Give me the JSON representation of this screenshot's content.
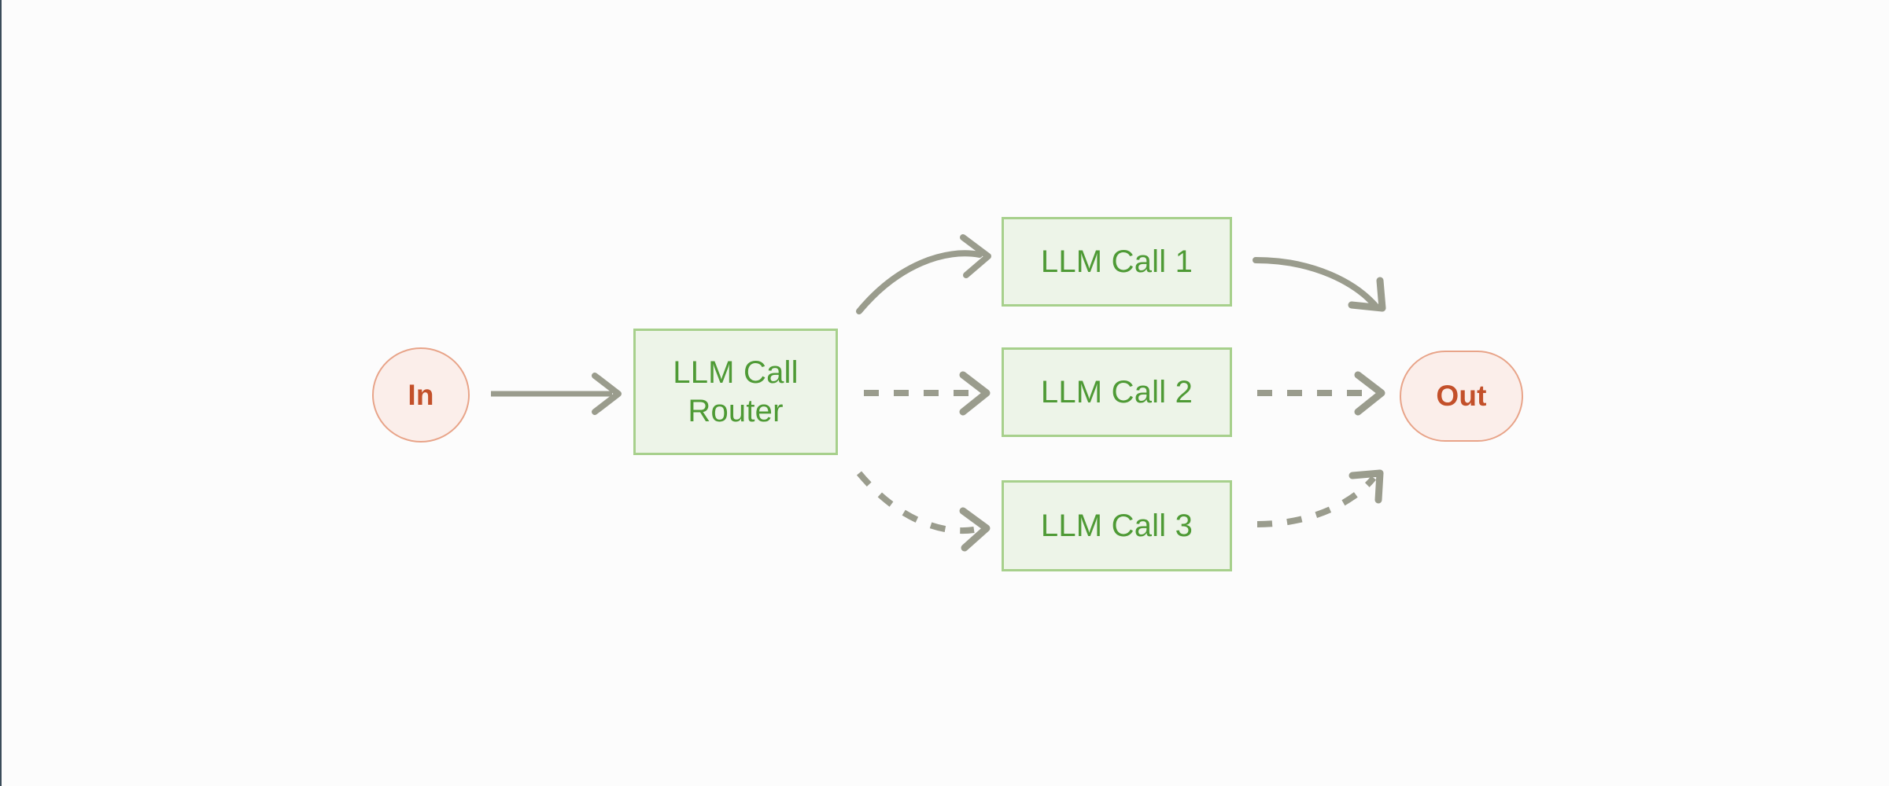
{
  "diagram": {
    "title": "LLM Call Router",
    "background_color": "#fcfcfc",
    "left_border_color": "#3b4c5a",
    "edge_color": "#9a9c8d",
    "nodes": {
      "input": {
        "label": "In",
        "shape": "circle",
        "fill": "#fbeeea",
        "stroke": "#e8a489",
        "text_color": "#c3502a"
      },
      "router": {
        "label_line_1": "LLM Call",
        "label_line_2": "Router",
        "shape": "rectangle",
        "fill": "#edf4e8",
        "stroke": "#a7d08c",
        "text_color": "#4e9a35"
      },
      "call_1": {
        "label": "LLM Call 1",
        "shape": "rectangle",
        "fill": "#edf4e8",
        "stroke": "#a7d08c",
        "text_color": "#4e9a35"
      },
      "call_2": {
        "label": "LLM Call 2",
        "shape": "rectangle",
        "fill": "#edf4e8",
        "stroke": "#a7d08c",
        "text_color": "#4e9a35"
      },
      "call_3": {
        "label": "LLM Call 3",
        "shape": "rectangle",
        "fill": "#edf4e8",
        "stroke": "#a7d08c",
        "text_color": "#4e9a35"
      },
      "output": {
        "label": "Out",
        "shape": "stadium",
        "fill": "#fbeeea",
        "stroke": "#e8a489",
        "text_color": "#c3502a"
      }
    },
    "edges": [
      {
        "id": "in-to-router",
        "from": "In",
        "to": "LLM Call Router",
        "style": "solid",
        "curve": "straight"
      },
      {
        "id": "router-to-call-1",
        "from": "LLM Call Router",
        "to": "LLM Call 1",
        "style": "solid",
        "curve": "up"
      },
      {
        "id": "router-to-call-2",
        "from": "LLM Call Router",
        "to": "LLM Call 2",
        "style": "dashed",
        "curve": "straight"
      },
      {
        "id": "router-to-call-3",
        "from": "LLM Call Router",
        "to": "LLM Call 3",
        "style": "dashed",
        "curve": "down"
      },
      {
        "id": "call-1-to-out",
        "from": "LLM Call 1",
        "to": "Out",
        "style": "solid",
        "curve": "down"
      },
      {
        "id": "call-2-to-out",
        "from": "LLM Call 2",
        "to": "Out",
        "style": "dashed",
        "curve": "straight"
      },
      {
        "id": "call-3-to-out",
        "from": "LLM Call 3",
        "to": "Out",
        "style": "dashed",
        "curve": "up"
      }
    ]
  }
}
